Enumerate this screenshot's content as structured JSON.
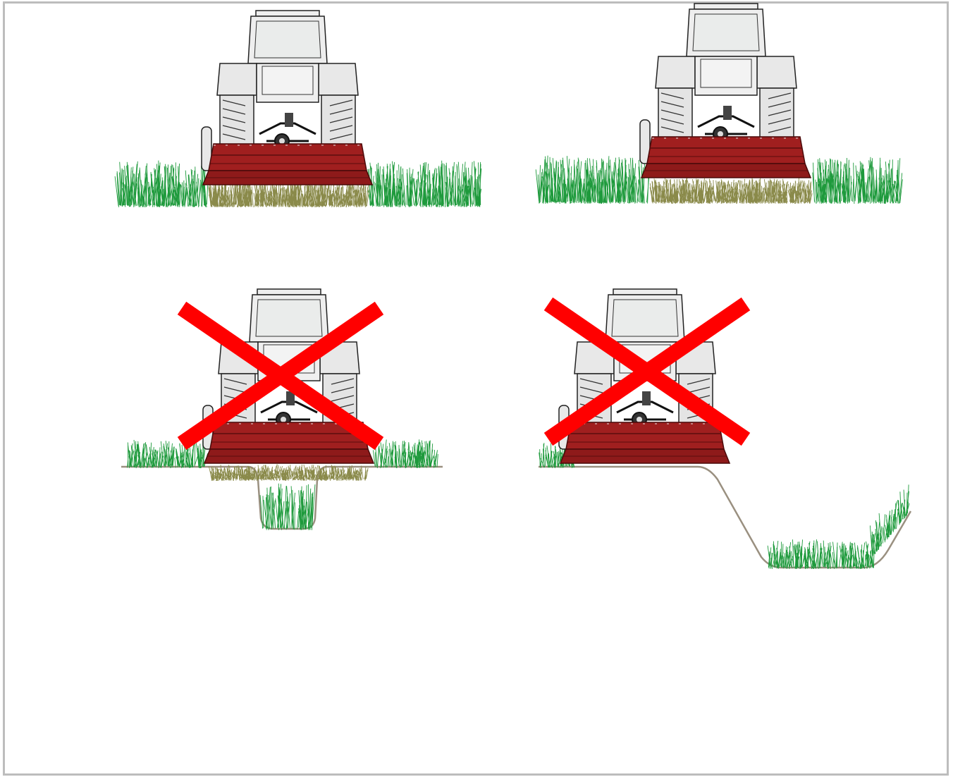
{
  "colors": {
    "mower": "#a01f1f",
    "mower_dark": "#6a1010",
    "grass": "#1e9a3c",
    "cut_grass": "#8a8a4a",
    "ground": "#9a9080",
    "cross": "#ff0000",
    "tractor_fill": "#eeeeee",
    "frame": "#bdbdbd"
  },
  "panels": [
    {
      "id": "flat-ground-ok",
      "terrain": "flat",
      "status": "correct"
    },
    {
      "id": "flat-ground-ok-2",
      "terrain": "flat",
      "status": "correct"
    },
    {
      "id": "ditch-wrong",
      "terrain": "ditch",
      "status": "incorrect"
    },
    {
      "id": "embankment-wrong",
      "terrain": "slope",
      "status": "incorrect"
    }
  ]
}
